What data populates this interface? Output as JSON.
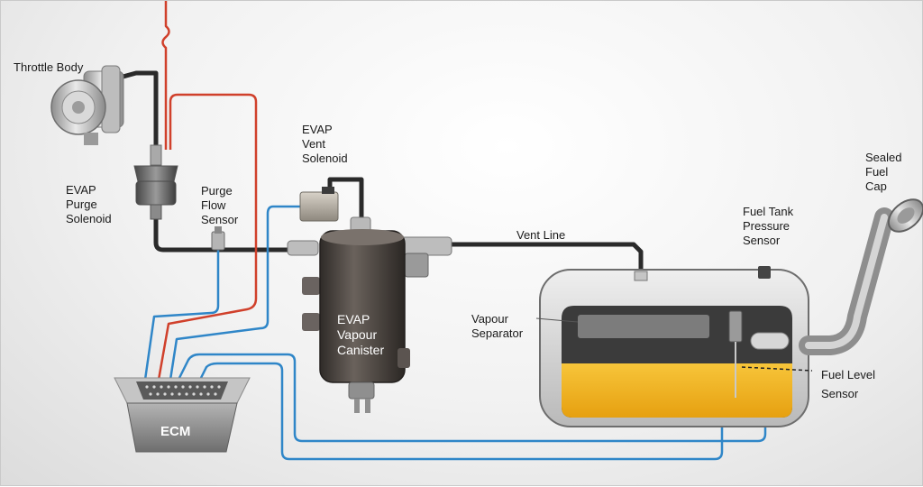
{
  "labels": {
    "throttle_body": "Throttle Body",
    "evap_purge_solenoid": "EVAP\nPurge\nSolenoid",
    "purge_flow_sensor": "Purge\nFlow\nSensor",
    "evap_vent_solenoid": "EVAP\nVent\nSolenoid",
    "evap_vapour_canister": "EVAP\nVapour\nCanister",
    "vent_line": "Vent Line",
    "fuel_tank_pressure_sensor": "Fuel Tank\nPressure\nSensor",
    "sealed_fuel_cap": "Sealed\nFuel\nCap",
    "vapour_separator": "Vapour\nSeparator",
    "fuel_level_sensor": "Fuel Level\nSensor",
    "ecm": "ECM"
  },
  "colors": {
    "vacuum_line": "#2a2a2a",
    "signal_wire_red": "#d0402b",
    "signal_wire_blue": "#2f86c8",
    "fuel": "#f2b21c",
    "component_dark": "#4a4440",
    "ecm_body": "#8c8c8c"
  }
}
